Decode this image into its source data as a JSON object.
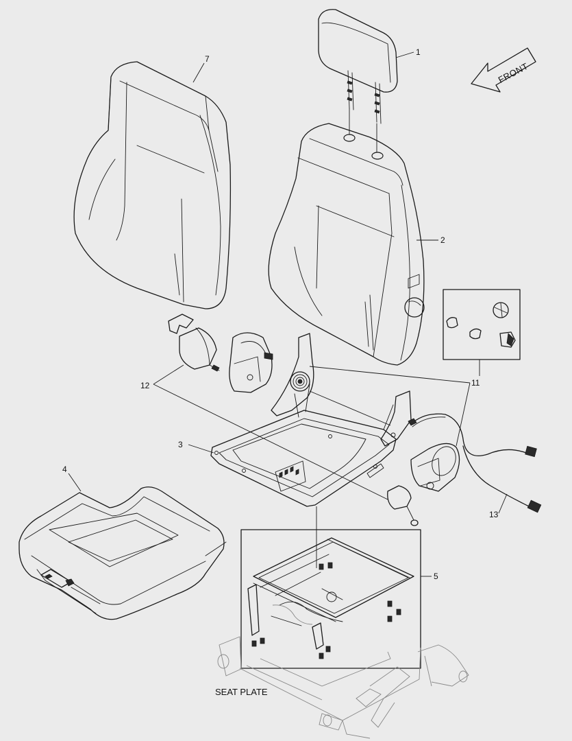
{
  "orientation": {
    "label": "FRONT"
  },
  "callouts": [
    {
      "id": "1",
      "text": "1"
    },
    {
      "id": "2",
      "text": "2"
    },
    {
      "id": "3",
      "text": "3"
    },
    {
      "id": "4",
      "text": "4"
    },
    {
      "id": "5",
      "text": "5"
    },
    {
      "id": "7",
      "text": "7"
    },
    {
      "id": "11",
      "text": "11"
    },
    {
      "id": "12",
      "text": "12"
    },
    {
      "id": "13",
      "text": "13"
    }
  ],
  "seat_plate_label": "SEAT PLATE"
}
